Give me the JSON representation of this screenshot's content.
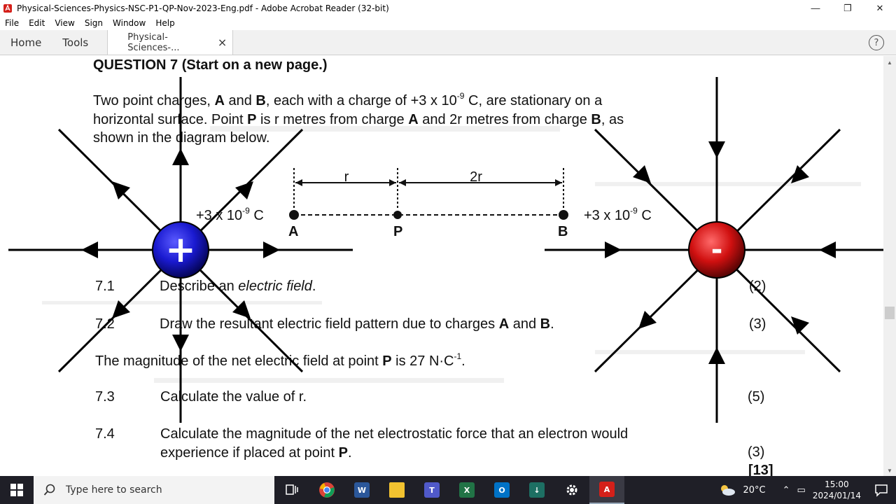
{
  "window": {
    "title": "Physical-Sciences-Physics-NSC-P1-QP-Nov-2023-Eng.pdf - Adobe Acrobat Reader (32-bit)",
    "minimize": "—",
    "maximize": "❐",
    "close": "✕"
  },
  "menu": [
    "File",
    "Edit",
    "View",
    "Sign",
    "Window",
    "Help"
  ],
  "tabs": {
    "home": "Home",
    "tools": "Tools",
    "document": "Physical-Sciences-...",
    "close": "×",
    "help": "?"
  },
  "document": {
    "heading": "QUESTION 7 (Start on a new page.)",
    "intro_line1_a": "Two point charges, ",
    "intro_line1_b": "A",
    "intro_line1_c": " and ",
    "intro_line1_d": "B",
    "intro_line1_e": ", each with a charge of +3 x 10",
    "intro_line1_exp": "-9",
    "intro_line1_f": " C, are stationary on a",
    "intro_line2_a": "horizontal surface. Point ",
    "intro_line2_b": "P",
    "intro_line2_c": " is r metres from charge ",
    "intro_line2_d": "A",
    "intro_line2_e": " and 2r metres from charge ",
    "intro_line2_f": "B",
    "intro_line2_g": ", as",
    "intro_line3": "shown in the diagram below.",
    "diagram": {
      "dist_r": "r",
      "dist_2r": "2r",
      "charge_left_base": "+3 x 10",
      "charge_left_exp": "-9",
      "charge_left_unit": " C",
      "charge_right_base": "+3 x 10",
      "charge_right_exp": "-9",
      "charge_right_unit": " C",
      "label_a": "A",
      "label_p": "P",
      "label_b": "B"
    },
    "overlay": {
      "positive_sign": "+",
      "negative_sign": "-"
    },
    "q71_num": "7.1",
    "q71_text_a": "Describe an ",
    "q71_text_b": "electric field",
    "q71_text_c": ".",
    "q71_marks": "(2)",
    "q72_num": "7.2",
    "q72_text_a": "Draw the resultant electric field pattern due to charges ",
    "q72_text_b": "A",
    "q72_text_c": " and ",
    "q72_text_d": "B",
    "q72_text_e": ".",
    "q72_marks": "(3)",
    "stem_a": "The magnitude of the net electric field at point ",
    "stem_b": "P",
    "stem_c": " is 27 N·C",
    "stem_exp": "-1",
    "stem_d": ".",
    "q73_num": "7.3",
    "q73_text": "Calculate the value of r.",
    "q73_marks": "(5)",
    "q74_num": "7.4",
    "q74_line1": "Calculate the magnitude of the net electrostatic force that an electron would",
    "q74_line2_a": "experience if placed at point ",
    "q74_line2_b": "P",
    "q74_line2_c": ".",
    "q74_marks": "(3)",
    "total": "[13]"
  },
  "taskbar": {
    "search_placeholder": "Type here to search",
    "weather": "20°C",
    "time": "15:00",
    "date": "2024/01/14",
    "icons": [
      "task-view",
      "chrome",
      "word",
      "file-explorer",
      "teams",
      "excel",
      "outlook",
      "app-green",
      "settings",
      "acrobat"
    ]
  },
  "colors": {
    "positive_charge": "#1a1ad0",
    "negative_charge": "#d01010",
    "taskbar": "#1f1f27",
    "acrobat_red": "#d4201a"
  }
}
